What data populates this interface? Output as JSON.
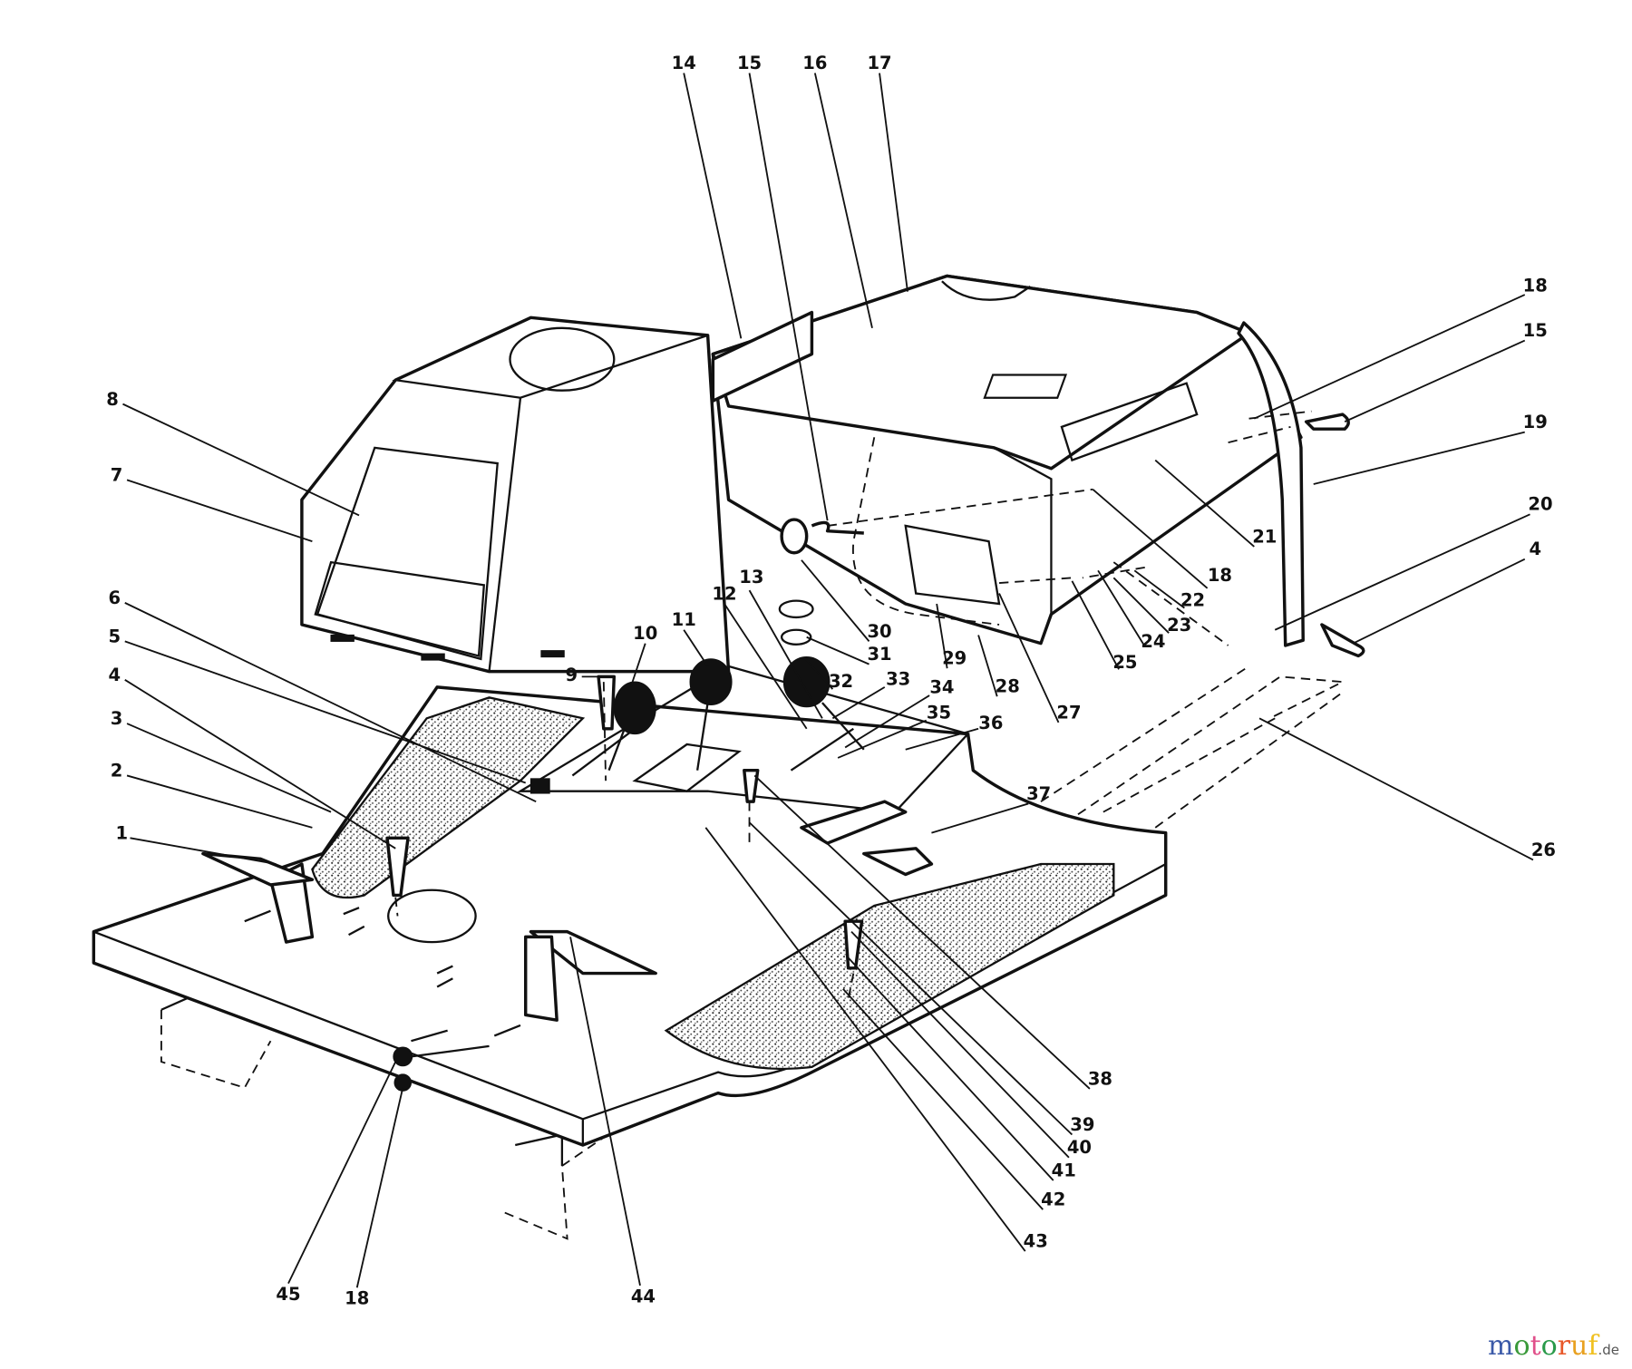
{
  "callouts": [
    "14",
    "15",
    "16",
    "17",
    "18",
    "15",
    "19",
    "20",
    "4",
    "21",
    "18",
    "22",
    "23",
    "24",
    "25",
    "26",
    "27",
    "28",
    "29",
    "30",
    "31",
    "32",
    "33",
    "34",
    "35",
    "36",
    "37",
    "38",
    "39",
    "40",
    "41",
    "42",
    "43",
    "44",
    "18",
    "45",
    "1",
    "2",
    "3",
    "4",
    "5",
    "6",
    "7",
    "8",
    "9",
    "10",
    "11",
    "12",
    "13"
  ],
  "watermark": {
    "text": "motoruf",
    "suffix": ".de",
    "colors": [
      "#3b5aa8",
      "#3a9a3a",
      "#e0508a",
      "#2a9a4a",
      "#e8582a",
      "#e8a020",
      "#f0c020"
    ]
  }
}
